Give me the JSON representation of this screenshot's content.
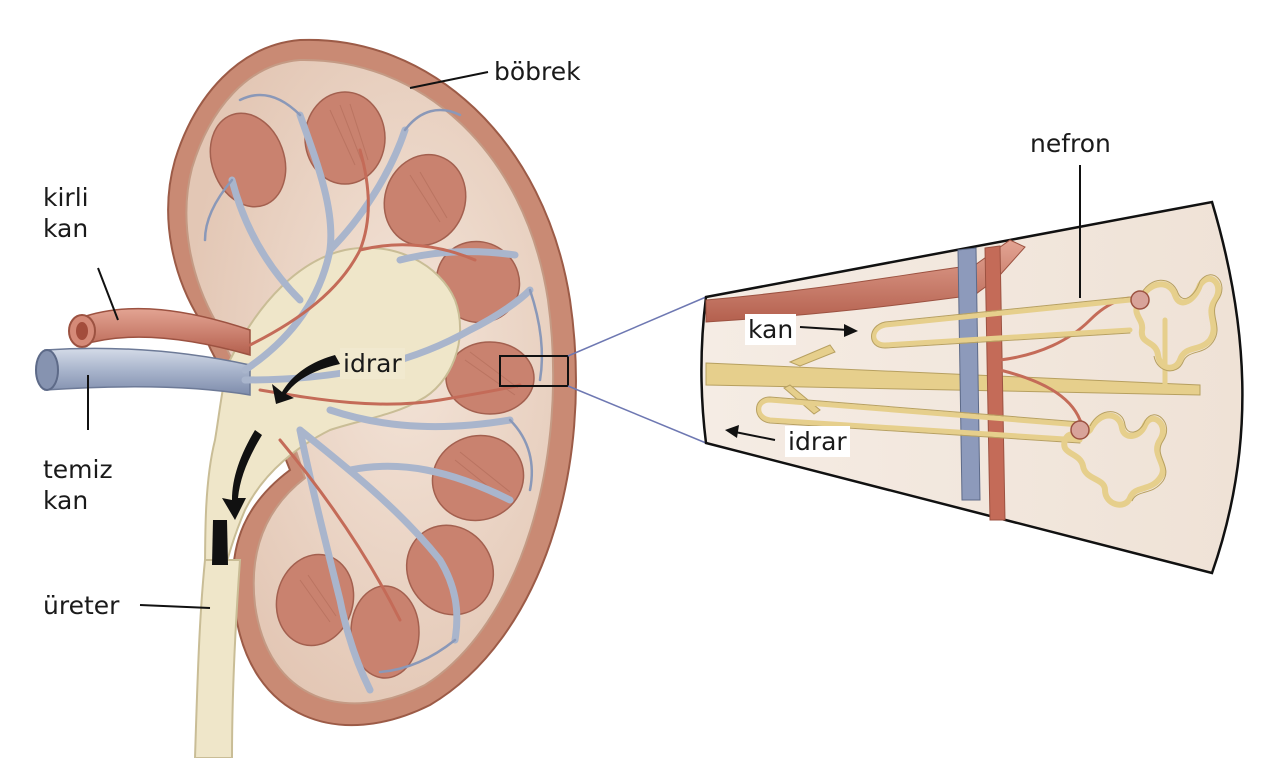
{
  "labels": {
    "bobrek": "böbrek",
    "kirli_kan": [
      "kirli",
      "kan"
    ],
    "temiz_kan": [
      "temiz",
      "kan"
    ],
    "ureter": "üreter",
    "idrar_kidney": "idrar",
    "nefron": "nefron",
    "kan_detail": "kan",
    "idrar_detail": "idrar"
  },
  "colors": {
    "capsule": "#c98a74",
    "cortex": "#ecd7c9",
    "pyramid": "#c9826f",
    "pelvis": "#efe6c9",
    "vein": "#a9b5cc",
    "artery": "#c46b58",
    "tubule": "#e6cf8c",
    "arrow": "#111111"
  }
}
